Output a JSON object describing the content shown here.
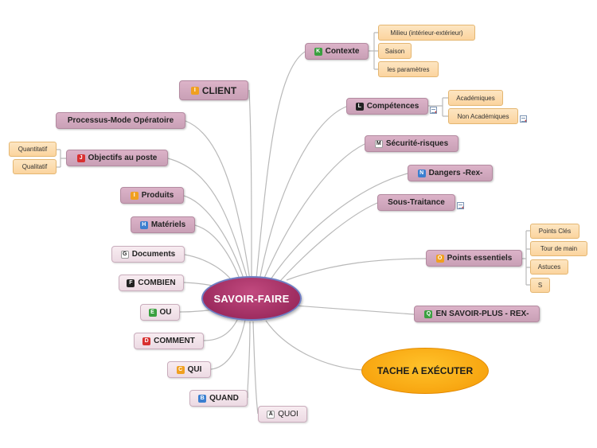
{
  "center": "SAVOIR-FAIRE",
  "task": "TACHE A EXÉCUTER",
  "nodes": {
    "client": {
      "badge": "I",
      "label": "CLIENT"
    },
    "processus": {
      "label": "Processus-Mode Opératoire"
    },
    "objectifs": {
      "badge": "J",
      "label": "Objectifs au poste"
    },
    "produits": {
      "badge": "I",
      "label": "Produits"
    },
    "materiels": {
      "badge": "H",
      "label": "Matériels"
    },
    "documents": {
      "badge": "G",
      "label": "Documents"
    },
    "combien": {
      "badge": "F",
      "label": "COMBIEN"
    },
    "ou": {
      "badge": "E",
      "label": "OU"
    },
    "comment": {
      "badge": "D",
      "label": "COMMENT"
    },
    "qui": {
      "badge": "C",
      "label": "QUI"
    },
    "quand": {
      "badge": "B",
      "label": "QUAND"
    },
    "quoi": {
      "badge": "A",
      "label": "QUOI"
    },
    "contexte": {
      "badge": "K",
      "label": "Contexte"
    },
    "competences": {
      "badge": "L",
      "label": "Compétences"
    },
    "securite": {
      "badge": "M",
      "label": "Sécurité-risques"
    },
    "dangers": {
      "badge": "N",
      "label": "Dangers -Rex-"
    },
    "soustraitance": {
      "label": "Sous-Traitance"
    },
    "points": {
      "badge": "O",
      "label": "Points essentiels"
    },
    "ensavoir": {
      "badge": "Q",
      "label": "EN SAVOIR-PLUS - REX-"
    }
  },
  "leaves": {
    "quantitatif": "Quantitatif",
    "qualitatif": "Qualitatif",
    "milieu": "Milieu (intérieur-extérieur)",
    "saison": "Saison",
    "parametres": "les paramètres",
    "academiques": "Académiques",
    "non_academiques": "Non Académiques",
    "points_cles": "Points Clés",
    "tour_de_main": "Tour de main",
    "astuces": "Astuces",
    "s": "S"
  },
  "badge_colors": {
    "A": "#ffffff",
    "B": "#3b7fd0",
    "C": "#f0a020",
    "D": "#d83030",
    "E": "#3aa040",
    "F": "#222222",
    "G": "#ffffff",
    "H": "#3b7fd0",
    "I": "#f0a020",
    "J": "#d83030",
    "K": "#3aa040",
    "L": "#222222",
    "M": "#ffffff",
    "N": "#3b7fd0",
    "O": "#f0a020",
    "Q": "#3aa040"
  },
  "colors": {
    "center_fill": "#a8356a",
    "task_fill": "#fbab14",
    "branch_fill": "#d3aabf",
    "leaf_fill": "#fddcae",
    "link_color": "#b9b9b9"
  }
}
